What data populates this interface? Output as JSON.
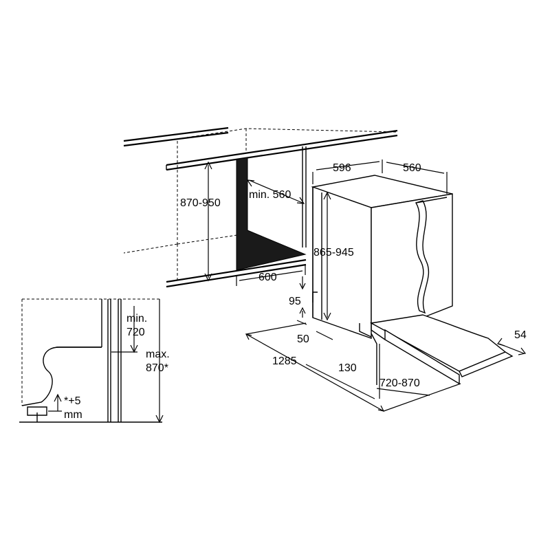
{
  "colors": {
    "line": "#000000",
    "background": "#ffffff",
    "niche_fill": "#1a1a1a"
  },
  "labels": {
    "niche_height": "870-950",
    "min_depth": "min. 560",
    "niche_width": "600",
    "appliance_width": "596",
    "appliance_depth": "560",
    "appliance_height": "865-945",
    "plinth_height": "95",
    "plinth_gap": "50",
    "total_depth": "1285",
    "plinth_depth": "130",
    "door_height": "720-870",
    "side_adjust": "54",
    "side_min_label": "min.",
    "side_min_value": "720",
    "side_max_label": "max.",
    "side_max_value": "870*",
    "foot_adjust": "*+5",
    "foot_unit": "mm"
  }
}
